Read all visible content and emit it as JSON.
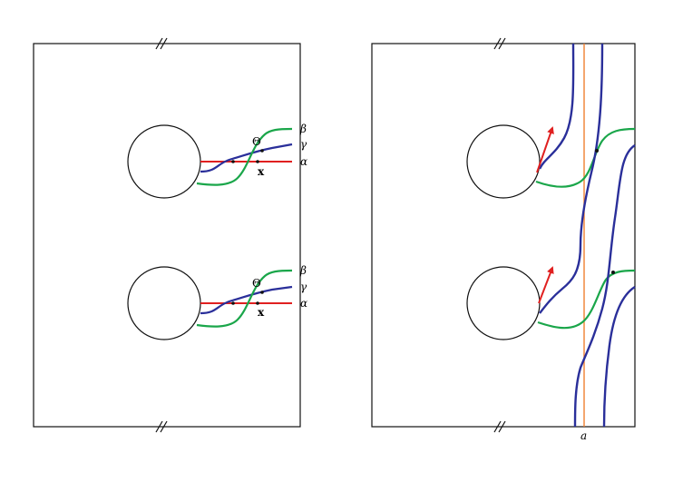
{
  "colors": {
    "outline": "#111111",
    "alpha_curve": "#e02020",
    "beta_curve": "#1aa64a",
    "gamma_curve": "#2a2f9a",
    "a_line": "#f08030",
    "arrow": "#e02020"
  },
  "left_panel": {
    "upper_labels": {
      "beta": "β",
      "gamma": "γ",
      "alpha": "α",
      "theta": "Θ",
      "x": "x"
    },
    "lower_labels": {
      "beta": "β",
      "gamma": "γ",
      "alpha": "α",
      "theta": "Θ",
      "x": "x"
    }
  },
  "right_panel": {
    "line_label": "a"
  },
  "icons": {
    "identification_mark": "double-slash-icon",
    "tangent_arrow": "arrow-icon"
  }
}
